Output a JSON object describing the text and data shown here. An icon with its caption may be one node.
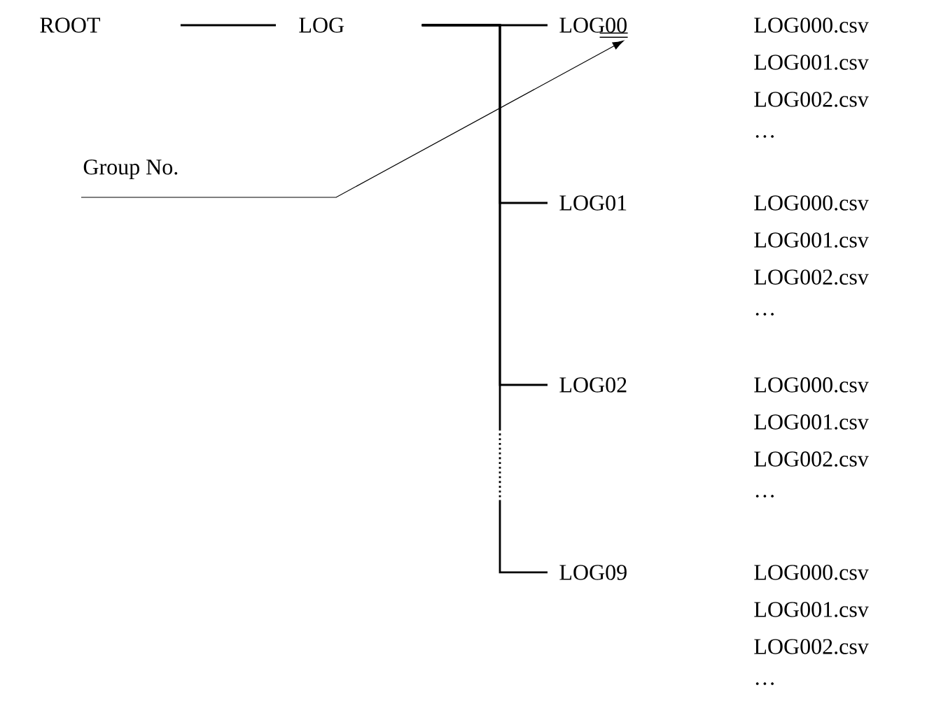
{
  "diagram": {
    "nodes": [
      {
        "text": [
          "ROOT"
        ]
      },
      {
        "text": [
          "LOG"
        ]
      },
      {
        "text": [
          "LOG00"
        ],
        "beside": [
          "LOG000.csv",
          "LOG001.csv",
          "LOG002.csv",
          "…"
        ]
      },
      {
        "text": [
          "LOG01"
        ],
        "beside": [
          "LOG000.csv",
          "LOG001.csv",
          "LOG002.csv",
          "…"
        ]
      },
      {
        "text": [
          "LOG02"
        ],
        "beside": [
          "LOG000.csv",
          "LOG001.csv",
          "LOG002.csv",
          "…"
        ]
      },
      {
        "text": [
          "LOG09"
        ],
        "beside": [
          "LOG000.csv",
          "LOG001.csv",
          "LOG002.csv",
          "…"
        ]
      },
      {
        "text": [
          "Group No."
        ]
      }
    ],
    "edges": [
      {
        "from": 0,
        "to": 1,
        "arrow": "none"
      },
      {
        "from": 1,
        "to": 2,
        "arrow": "none"
      },
      {
        "from": 1,
        "to": 3,
        "arrow": "none"
      },
      {
        "from": 1,
        "to": 4,
        "arrow": "none"
      },
      {
        "from": 1,
        "to": 5,
        "arrow": "none",
        "style": "dashed"
      },
      {
        "from": 6,
        "to": 2,
        "arrow": "to"
      }
    ]
  }
}
